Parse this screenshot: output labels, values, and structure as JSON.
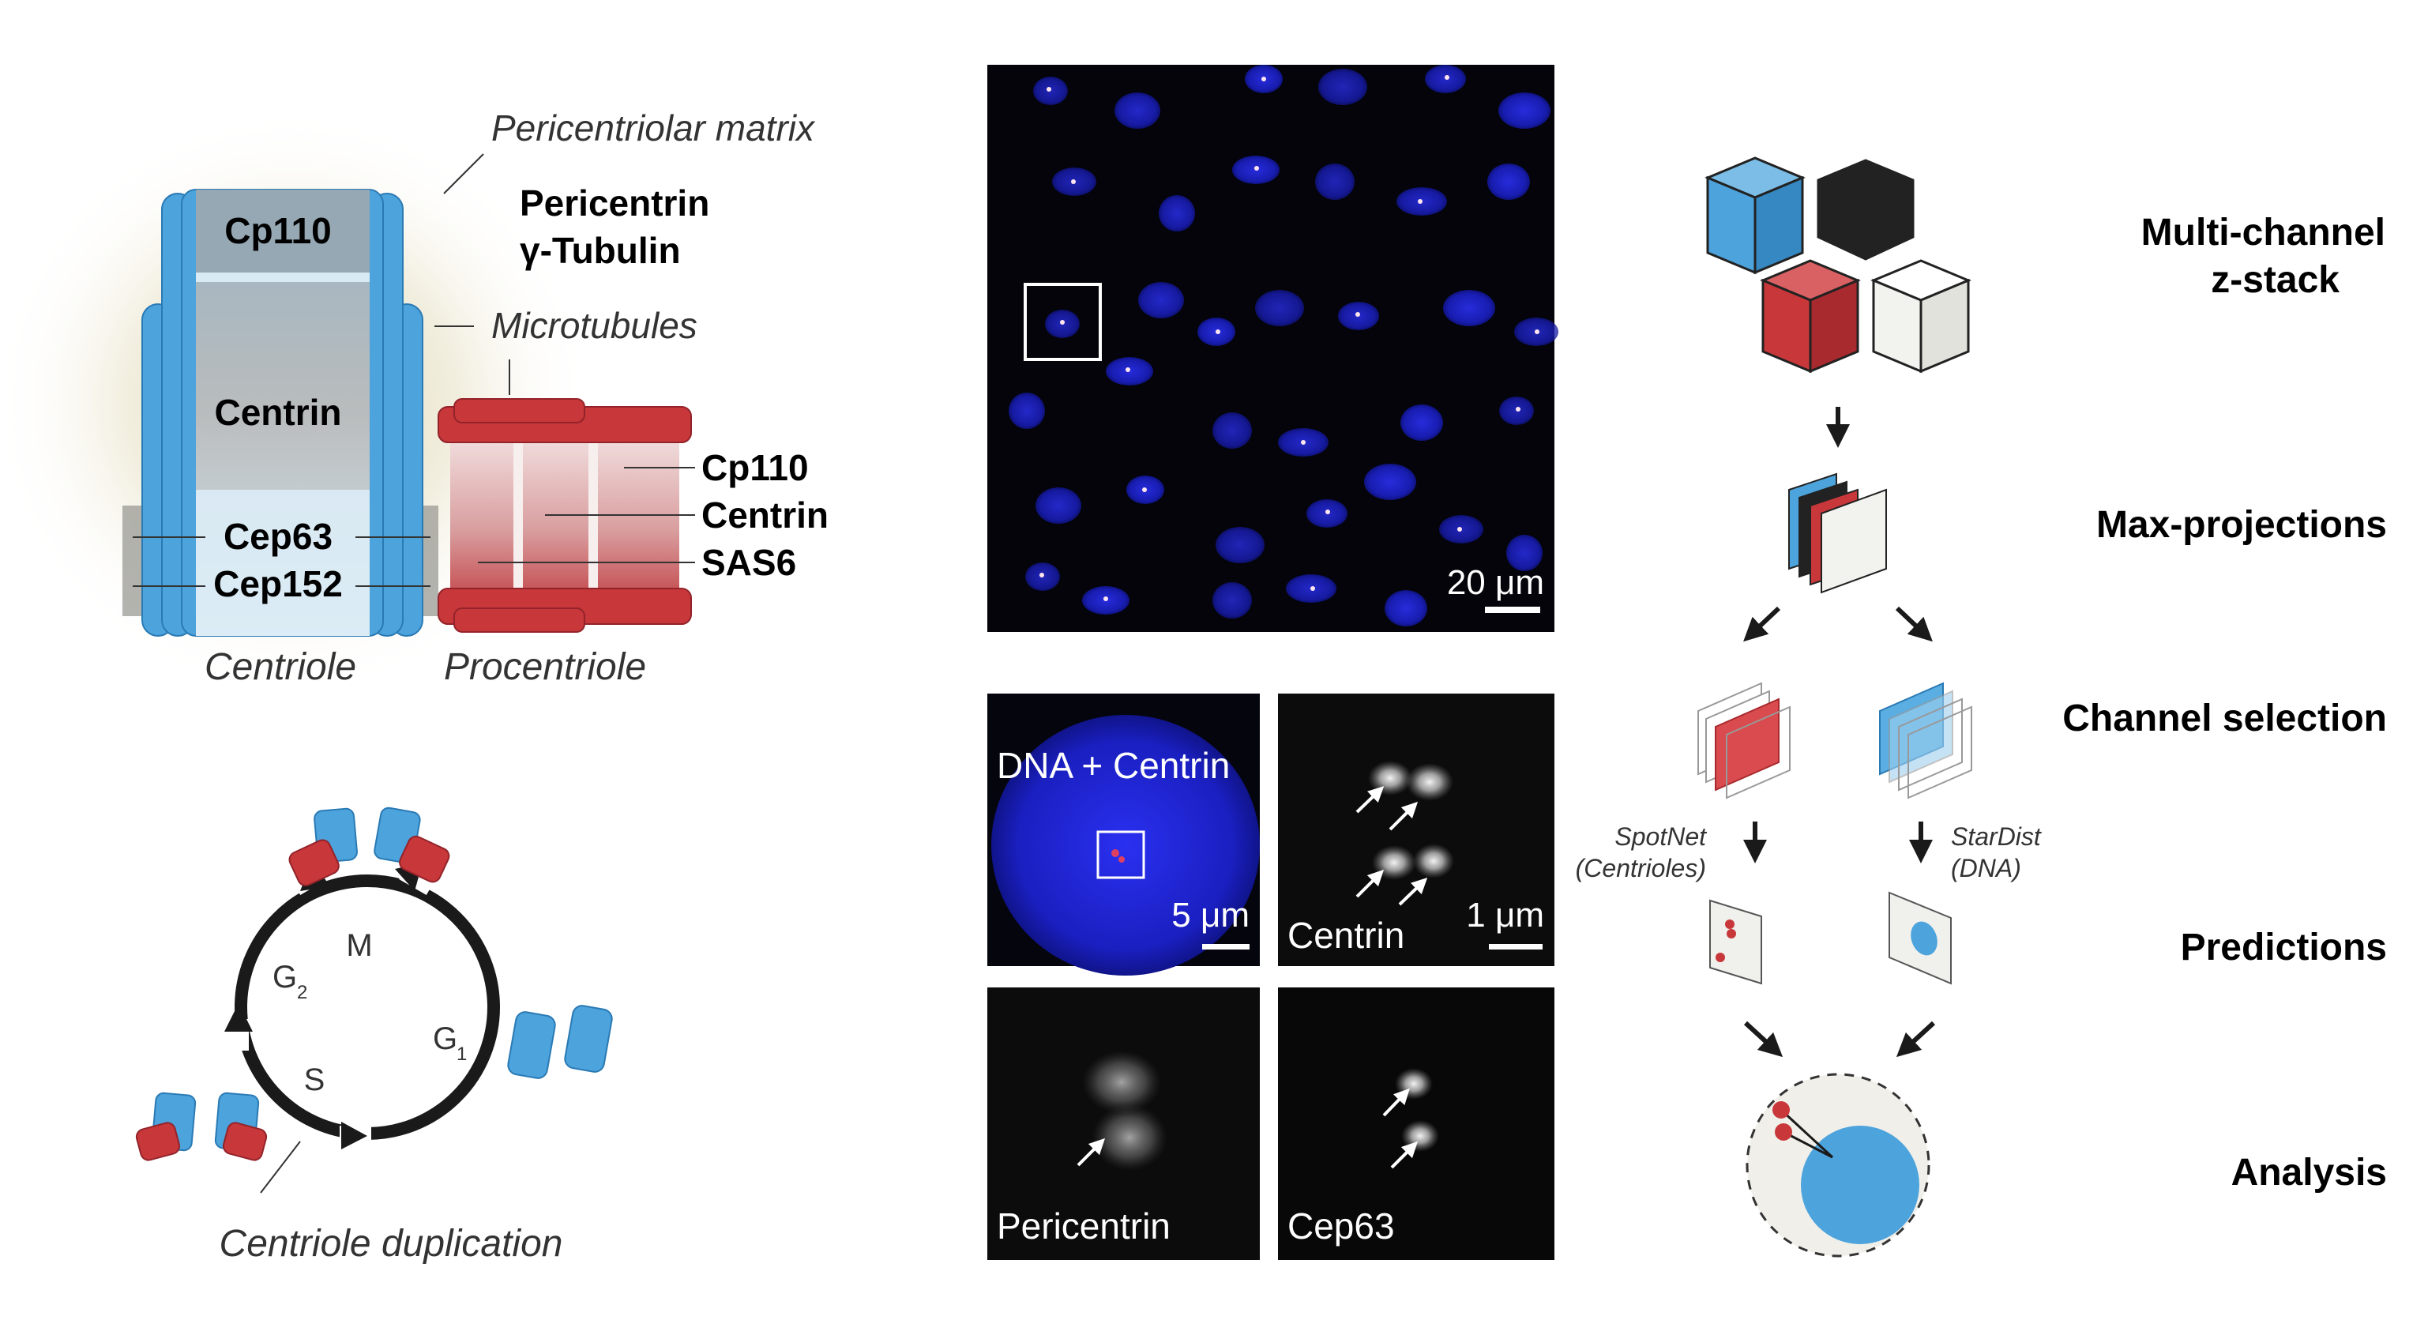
{
  "schematic": {
    "pcm_label": "Pericentriolar matrix",
    "pcm_proteins": [
      "Pericentrin",
      "γ-Tubulin"
    ],
    "microtubules_label": "Microtubules",
    "centriole_proteins": [
      "Cp110",
      "Centrin",
      "Cep63",
      "Cep152"
    ],
    "procentriole_proteins": [
      "Cp110",
      "Centrin",
      "SAS6"
    ],
    "centriole_label": "Centriole",
    "procentriole_label": "Procentriole"
  },
  "cell_cycle": {
    "phases": {
      "M": "M",
      "G2": "G",
      "G2_sub": "2",
      "G1": "G",
      "G1_sub": "1",
      "S": "S"
    },
    "caption": "Centriole duplication"
  },
  "microscopy": {
    "overview_scale": "20 μm",
    "panels": [
      {
        "label": "DNA + Centrin",
        "scale": "5 μm"
      },
      {
        "label": "Centrin",
        "scale": "1 μm"
      },
      {
        "label": "Pericentrin",
        "scale": ""
      },
      {
        "label": "Cep63",
        "scale": ""
      }
    ]
  },
  "pipeline": {
    "steps": [
      "Multi-channel\nz-stack",
      "Max-projections",
      "Channel selection",
      "Predictions",
      "Analysis"
    ],
    "step_lines": {
      "multi1": "Multi-channel",
      "multi2": "z-stack"
    },
    "models": [
      {
        "name": "SpotNet",
        "target": "(Centrioles)"
      },
      {
        "name": "StarDist",
        "target": "(DNA)"
      }
    ]
  },
  "colors": {
    "blue": "#4da3dc",
    "red": "#c8373a",
    "black": "#222222",
    "white": "#f2f2ef",
    "dapi": "#1a1fd0"
  }
}
